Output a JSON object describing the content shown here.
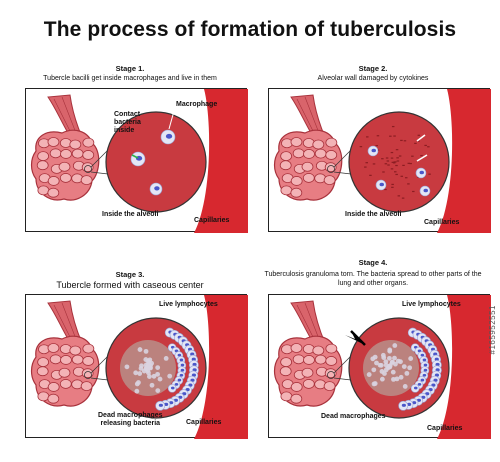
{
  "title": "The process of formation of tuberculosis",
  "stages": [
    {
      "heading": "Stage 1.",
      "description": "Tubercle bacilli get inside macrophages and live in them",
      "labels": {
        "contact": "Contact\nbacteria\ninside",
        "macrophage": "Macrophage",
        "alveoli": "Inside the alveoli",
        "capillaries": "Capillaries"
      }
    },
    {
      "heading": "Stage 2.",
      "description": "Alveolar wall damaged by cytokines",
      "labels": {
        "alveoli": "Inside the alveoli",
        "capillaries": "Capillaries"
      }
    },
    {
      "heading": "Stage 3.",
      "description": "Tubercle formed with caseous center",
      "labels": {
        "lymphocytes": "Live lymphocytes",
        "dead": "Dead macrophages\nreleasing bacteria",
        "capillaries": "Capillaries"
      }
    },
    {
      "heading": "Stage 4.",
      "description": "Tuberculosis granuloma torn. The bacteria spread to other parts of the lung and other organs.",
      "labels": {
        "lymphocytes": "Live lymphocytes",
        "dead": "Dead macrophages",
        "capillaries": "Capillaries"
      }
    }
  ],
  "stock_id": "#165952551",
  "colors": {
    "lung": "#d9646b",
    "lung_dark": "#a8323c",
    "capillary": "#d7282f",
    "circle_fill": "#c83a40",
    "macrophage": "#e3e6f5",
    "nucleus": "#4a56c9"
  }
}
